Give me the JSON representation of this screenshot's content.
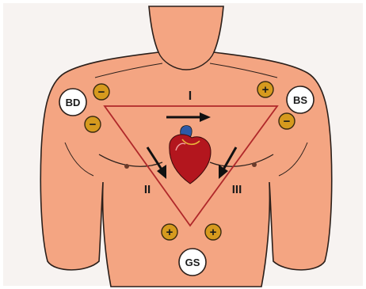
{
  "leads": {
    "lead_1": "I",
    "lead_2": "II",
    "lead_3": "III"
  },
  "electrodes": {
    "right_arm": "BD",
    "left_arm": "BS",
    "left_leg": "GS"
  },
  "polarity": {
    "negative": "−",
    "positive": "+"
  },
  "colors": {
    "skin": "#f4a582",
    "skin_outline": "#2b1f1a",
    "triangle": "#b0282a",
    "electrode_fill": "#d69a1e",
    "heart": "#b3161e",
    "arrow": "#111111"
  },
  "icons": {
    "heart": "heart-icon",
    "arrow": "arrow-icon"
  }
}
